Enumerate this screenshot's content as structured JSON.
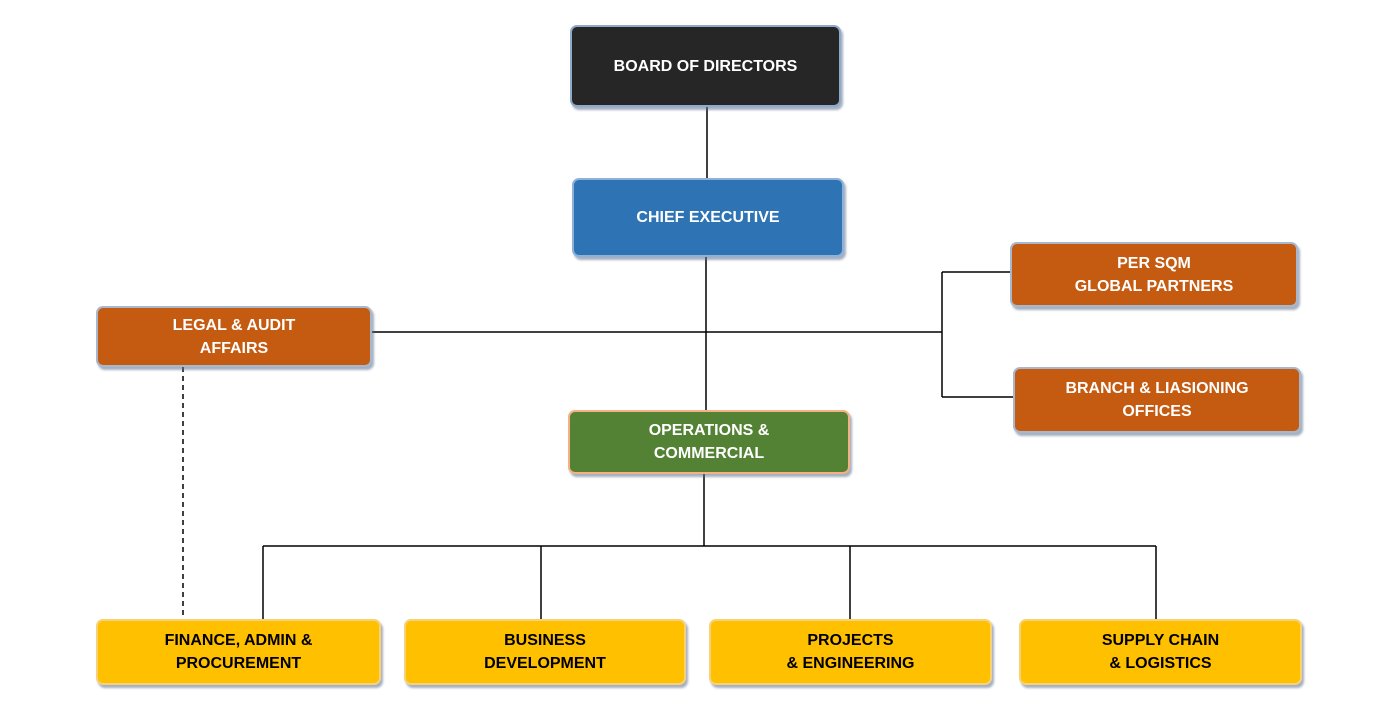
{
  "colors": {
    "board": "#262626",
    "executive": "#2e74b5",
    "staff": "#c55a11",
    "operations": "#548235",
    "department": "#ffc000",
    "connector": "#000000"
  },
  "nodes": {
    "board": {
      "label": "BOARD OF DIRECTORS"
    },
    "ceo": {
      "label": "CHIEF EXECUTIVE"
    },
    "legal": {
      "label": "LEGAL & AUDIT\nAFFAIRS"
    },
    "persqm": {
      "label": "PER SQM\nGLOBAL PARTNERS"
    },
    "branch": {
      "label": "BRANCH & LIASIONING\nOFFICES"
    },
    "ops": {
      "label": "OPERATIONS &\nCOMMERCIAL"
    },
    "finance": {
      "label": "FINANCE, ADMIN &\nPROCUREMENT"
    },
    "bizdev": {
      "label": "BUSINESS\nDEVELOPMENT"
    },
    "projects": {
      "label": "PROJECTS\n& ENGINEERING"
    },
    "supply": {
      "label": "SUPPLY CHAIN\n& LOGISTICS"
    }
  },
  "edges": [
    {
      "from": "board",
      "to": "ceo",
      "style": "solid"
    },
    {
      "from": "ceo",
      "to": "ops",
      "style": "solid"
    },
    {
      "from": "ceo",
      "to": "legal",
      "style": "solid"
    },
    {
      "from": "ceo",
      "to": "persqm",
      "style": "solid"
    },
    {
      "from": "ceo",
      "to": "branch",
      "style": "solid"
    },
    {
      "from": "ops",
      "to": "finance",
      "style": "solid"
    },
    {
      "from": "ops",
      "to": "bizdev",
      "style": "solid"
    },
    {
      "from": "ops",
      "to": "projects",
      "style": "solid"
    },
    {
      "from": "ops",
      "to": "supply",
      "style": "solid"
    },
    {
      "from": "legal",
      "to": "finance",
      "style": "dashed"
    }
  ]
}
